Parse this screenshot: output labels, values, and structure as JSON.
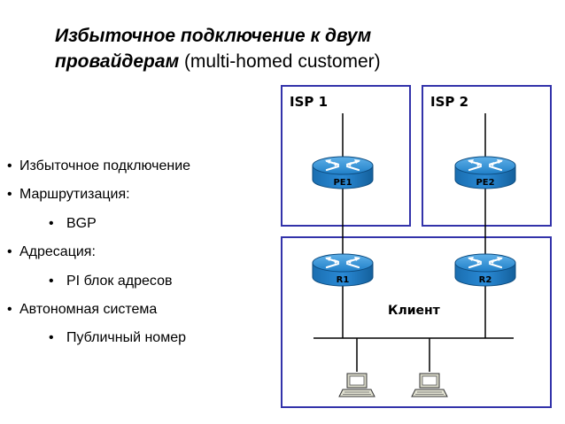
{
  "title": {
    "line1": "Избыточное  подключение к двум",
    "line2_bold": "провайдерам",
    "line2_normal": " (multi-homed customer)"
  },
  "bullets": [
    {
      "level": 1,
      "text": "Избыточное подключение"
    },
    {
      "level": 1,
      "text": "Маршрутизация:"
    },
    {
      "level": 2,
      "text": "BGP"
    },
    {
      "level": 1,
      "text": "Адресация:"
    },
    {
      "level": 2,
      "text": "PI блок адресов"
    },
    {
      "level": 1,
      "text": "Автономная система"
    },
    {
      "level": 2,
      "text": "Публичный номер"
    }
  ],
  "diagram": {
    "isp1_label": "ISP 1",
    "isp2_label": "ISP 2",
    "client_label": "Клиент",
    "routers": {
      "pe1": "PE1",
      "pe2": "PE2",
      "r1": "R1",
      "r2": "R2"
    },
    "colors": {
      "box_border": "#3333aa",
      "router": "#1f7fc8",
      "line": "#000000"
    }
  }
}
